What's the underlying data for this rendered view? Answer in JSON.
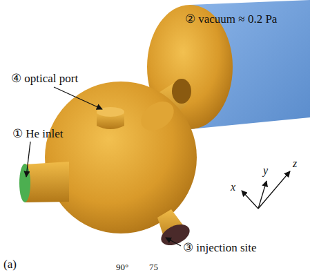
{
  "diagram": {
    "labels": [
      "① He inlet",
      "② vacuum ≈ 0.2 Pa",
      "④ optical port",
      "③ injection site",
      "x",
      "y",
      "z",
      "(a)",
      "90°",
      "75"
    ]
  }
}
